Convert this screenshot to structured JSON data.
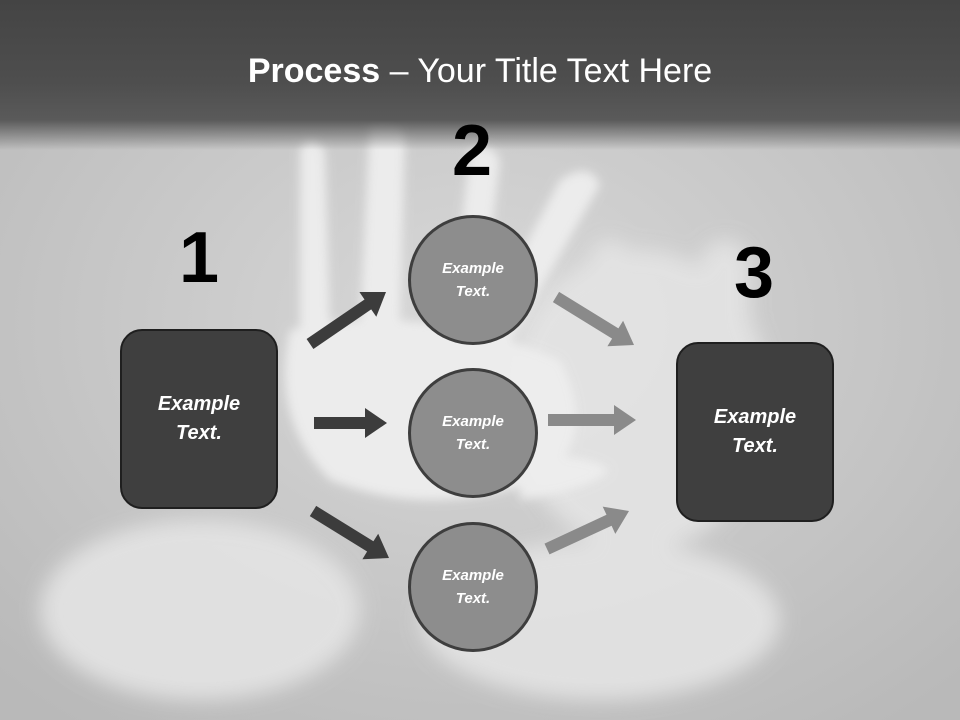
{
  "title": {
    "bold": "Process",
    "rest": " – Your Title Text Here"
  },
  "steps": {
    "one": "1",
    "two": "2",
    "three": "3"
  },
  "left_box": {
    "line1": "Example",
    "line2": "Text."
  },
  "right_box": {
    "line1": "Example",
    "line2": "Text."
  },
  "circles": [
    {
      "line1": "Example",
      "line2": "Text."
    },
    {
      "line1": "Example",
      "line2": "Text."
    },
    {
      "line1": "Example",
      "line2": "Text."
    }
  ],
  "colors": {
    "dark_arrow": "#3c3c3c",
    "light_arrow": "#8a8a8a",
    "box": "#3f3f3f",
    "circle": "#8d8d8d"
  }
}
